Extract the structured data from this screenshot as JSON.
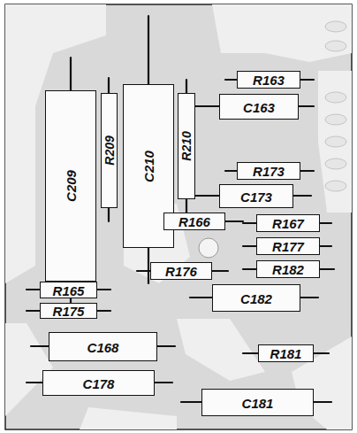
{
  "diagram": {
    "nodes": [
      {
        "text": [
          "C209"
        ]
      },
      {
        "text": [
          "R209"
        ]
      },
      {
        "text": [
          "C210"
        ]
      },
      {
        "text": [
          "R210"
        ]
      },
      {
        "text": [
          "R163"
        ]
      },
      {
        "text": [
          "C163"
        ]
      },
      {
        "text": [
          "R173"
        ]
      },
      {
        "text": [
          "C173"
        ]
      },
      {
        "text": [
          "R166"
        ]
      },
      {
        "text": [
          "R167"
        ]
      },
      {
        "text": [
          "R177"
        ]
      },
      {
        "text": [
          "R176"
        ]
      },
      {
        "text": [
          "R182"
        ]
      },
      {
        "text": [
          "R165"
        ]
      },
      {
        "text": [
          "C182"
        ]
      },
      {
        "text": [
          "R175"
        ]
      },
      {
        "text": [
          "C168"
        ]
      },
      {
        "text": [
          "R181"
        ]
      },
      {
        "text": [
          "C178"
        ]
      },
      {
        "text": [
          "C181"
        ]
      }
    ]
  }
}
